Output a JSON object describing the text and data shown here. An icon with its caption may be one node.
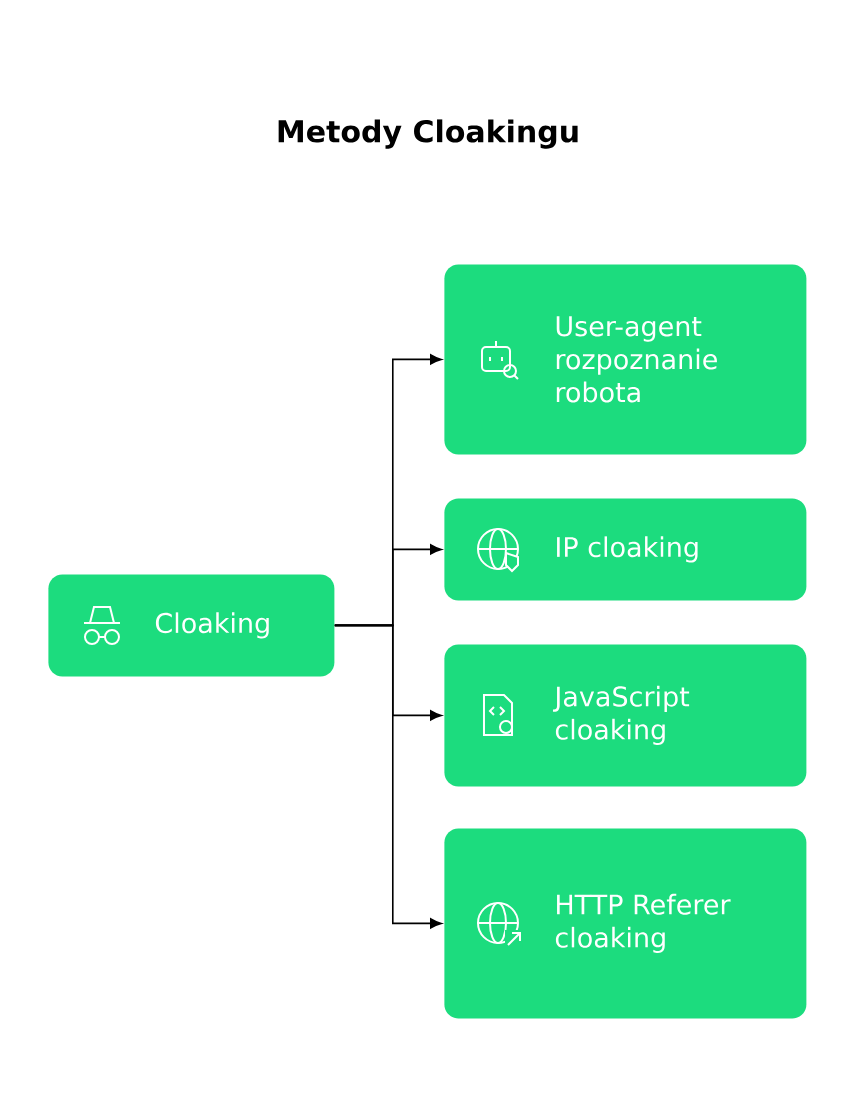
{
  "diagram": {
    "title": "Metody Cloakingu",
    "nodes": [
      {
        "text": [
          "Cloaking"
        ]
      },
      {
        "text": [
          "User-agent rozpoznanie robota"
        ]
      },
      {
        "text": [
          "IP cloaking"
        ]
      },
      {
        "text": [
          "JavaScript cloaking"
        ]
      },
      {
        "text": [
          "HTTP Referer cloaking"
        ]
      }
    ],
    "edges": [
      {
        "from": 0,
        "to": 1,
        "arrow": "to"
      },
      {
        "from": 0,
        "to": 2,
        "arrow": "to"
      },
      {
        "from": 0,
        "to": 3,
        "arrow": "to"
      },
      {
        "from": 0,
        "to": 4,
        "arrow": "to"
      }
    ]
  }
}
